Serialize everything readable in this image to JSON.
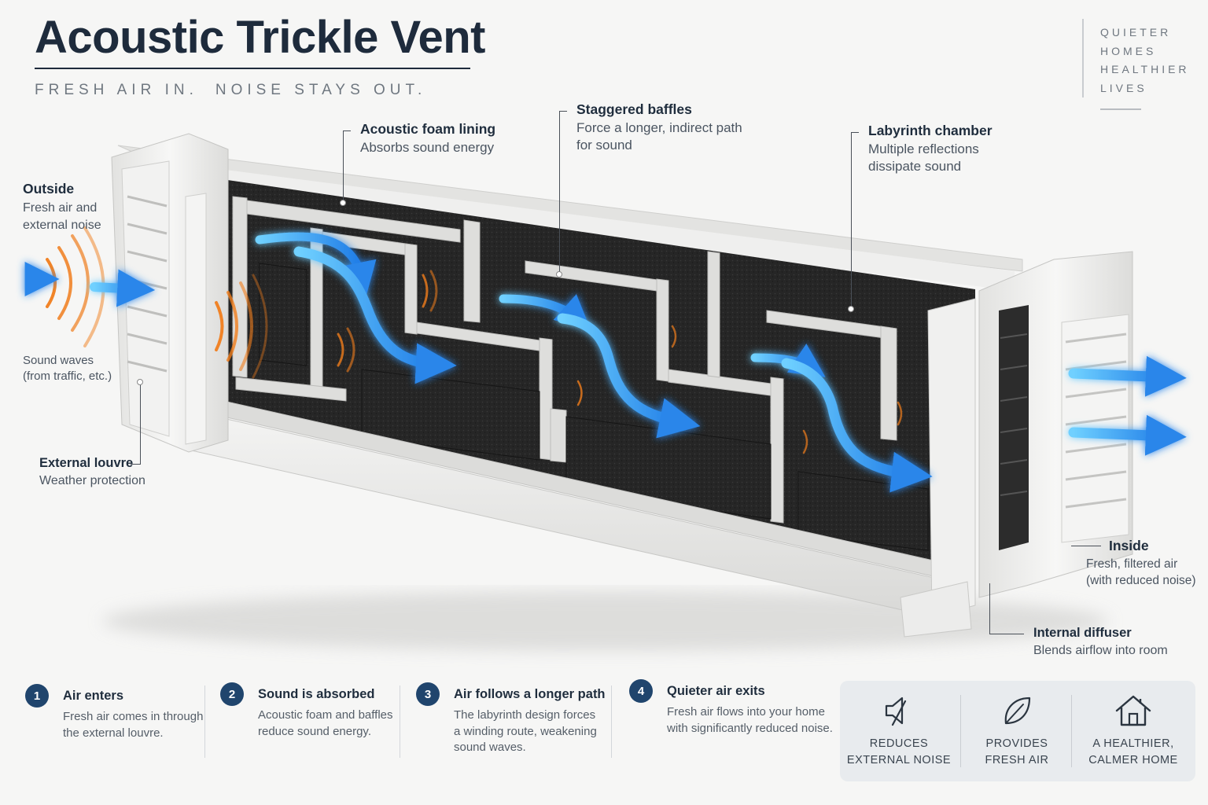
{
  "header": {
    "title": "Acoustic Trickle Vent",
    "tagline": [
      "FRESH AIR IN.",
      "NOISE STAYS OUT."
    ],
    "corner": [
      "QUIETER",
      "HOMES",
      "HEALTHIER",
      "LIVES"
    ]
  },
  "callouts": {
    "outside": {
      "heading": "Outside",
      "desc": [
        "Fresh air and",
        "external noise"
      ]
    },
    "sound_waves": {
      "desc": [
        "Sound waves",
        "(from traffic, etc.)"
      ]
    },
    "external_louvre": {
      "heading": "External louvre",
      "desc": [
        "Weather protection"
      ]
    },
    "acoustic_foam": {
      "heading": "Acoustic foam lining",
      "desc": [
        "Absorbs sound energy"
      ]
    },
    "staggered_baffles": {
      "heading": "Staggered baffles",
      "desc": [
        "Force a longer, indirect path",
        "for sound"
      ]
    },
    "labyrinth_chamber": {
      "heading": "Labyrinth chamber",
      "desc": [
        "Multiple reflections",
        "dissipate sound"
      ]
    },
    "inside": {
      "heading": "Inside",
      "desc": [
        "Fresh, filtered air",
        "(with reduced noise)"
      ]
    },
    "internal_diffuser": {
      "heading": "Internal diffuser",
      "desc": [
        "Blends airflow into room"
      ]
    }
  },
  "steps": [
    {
      "num": "1",
      "title": "Air enters",
      "desc": [
        "Fresh air comes in through",
        "the external louvre."
      ]
    },
    {
      "num": "2",
      "title": "Sound is absorbed",
      "desc": [
        "Acoustic foam and baffles",
        "reduce sound energy."
      ]
    },
    {
      "num": "3",
      "title": "Air follows a longer path",
      "desc": [
        "The labyrinth design forces",
        "a winding route, weakening",
        "sound waves."
      ]
    },
    {
      "num": "4",
      "title": "Quieter air exits",
      "desc": [
        "Fresh air flows into your home",
        "with significantly reduced noise."
      ]
    }
  ],
  "benefits": [
    {
      "icon": "speaker-muted-icon",
      "text": [
        "REDUCES",
        "EXTERNAL NOISE"
      ]
    },
    {
      "icon": "leaf-icon",
      "text": [
        "PROVIDES",
        "FRESH AIR"
      ]
    },
    {
      "icon": "house-icon",
      "text": [
        "A HEALTHIER,",
        "CALMER HOME"
      ]
    }
  ],
  "colors": {
    "airflow": "#2f8fe8",
    "sound": "#f07d1c",
    "foam": "#262626",
    "housing": "#ebebea",
    "step_badge": "#20456d",
    "title": "#1e2b3c"
  }
}
